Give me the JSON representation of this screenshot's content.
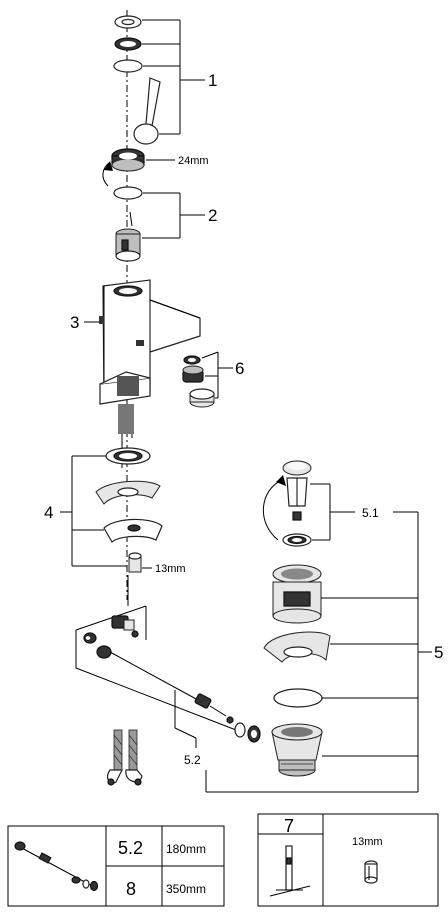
{
  "callouts": {
    "c1": "1",
    "c2": "2",
    "c3": "3",
    "c4": "4",
    "c5": "5",
    "c5_1": "5.1",
    "c5_2": "5.2",
    "c6": "6"
  },
  "dimensions": {
    "wrench_24": "24mm",
    "hex_13": "13mm"
  },
  "table_left": {
    "rows": [
      {
        "code": "5.2",
        "length": "180mm"
      },
      {
        "code": "8",
        "length": "350mm"
      }
    ]
  },
  "table_right": {
    "code": "7",
    "hex": "13mm"
  }
}
